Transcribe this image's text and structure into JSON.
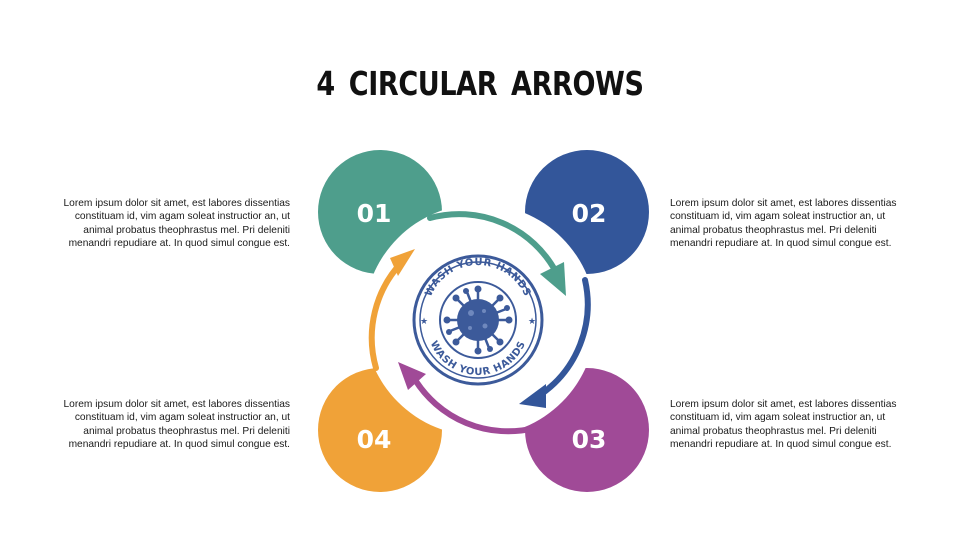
{
  "title": "4  CIRCULAR  ARROWS",
  "colors": {
    "step1": "#4e9e8c",
    "step2": "#33569a",
    "step3": "#a04a97",
    "step4": "#f0a238",
    "stamp": "#3c5a9a"
  },
  "steps": [
    {
      "number": "01",
      "text": "Lorem ipsum dolor sit amet, est labores dissentias constituam id, vim agam soleat instructior an, ut animal probatus theophrastus mel. Pri deleniti menandri repudiare at. In quod simul congue est."
    },
    {
      "number": "02",
      "text": "Lorem ipsum dolor sit amet, est labores dissentias constituam id, vim agam soleat instructior an, ut animal probatus theophrastus mel. Pri deleniti menandri repudiare at. In quod simul congue est."
    },
    {
      "number": "03",
      "text": "Lorem ipsum dolor sit amet, est labores dissentias constituam id, vim agam soleat instructior an, ut animal probatus theophrastus mel. Pri deleniti menandri repudiare at. In quod simul congue est."
    },
    {
      "number": "04",
      "text": "Lorem ipsum dolor sit amet, est labores dissentias constituam id, vim agam soleat instructior an, ut animal probatus theophrastus mel. Pri deleniti menandri repudiare at. In quod simul congue est."
    }
  ],
  "stamp": {
    "top_text": "WASH YOUR HANDS",
    "bottom_text": "WASH YOUR HANDS",
    "icon": "virus-icon"
  }
}
